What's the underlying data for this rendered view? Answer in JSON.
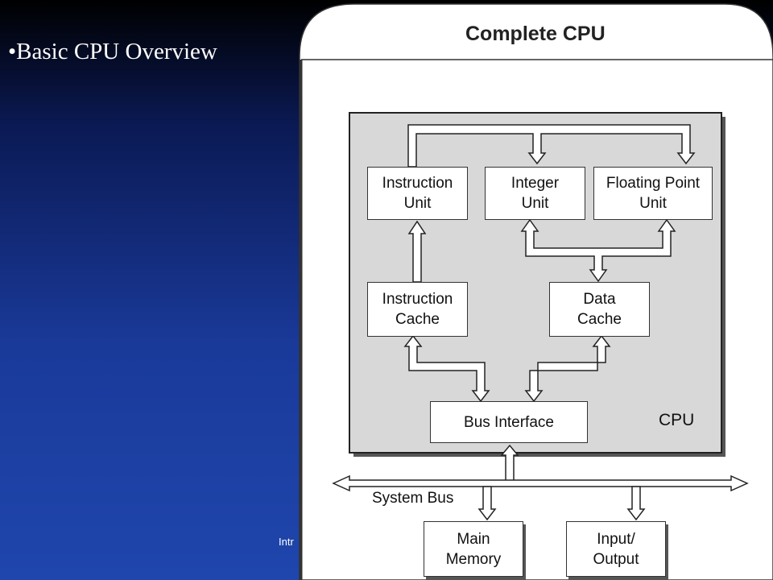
{
  "slide": {
    "bullet": "•Basic CPU Overview",
    "footer_fragment": "Intr"
  },
  "diagram": {
    "title": "Complete CPU",
    "cpu_label": "CPU",
    "bus_label": "System Bus",
    "boxes": {
      "instruction_unit": "Instruction\nUnit",
      "integer_unit": "Integer\nUnit",
      "floating_point_unit": "Floating Point\nUnit",
      "instruction_cache": "Instruction\nCache",
      "data_cache": "Data\nCache",
      "bus_interface": "Bus Interface",
      "main_memory": "Main\nMemory",
      "input_output": "Input/\nOutput"
    },
    "colors": {
      "cpu_fill": "#d8d8d8",
      "panel_fill": "#ffffff",
      "line": "#222222"
    }
  }
}
